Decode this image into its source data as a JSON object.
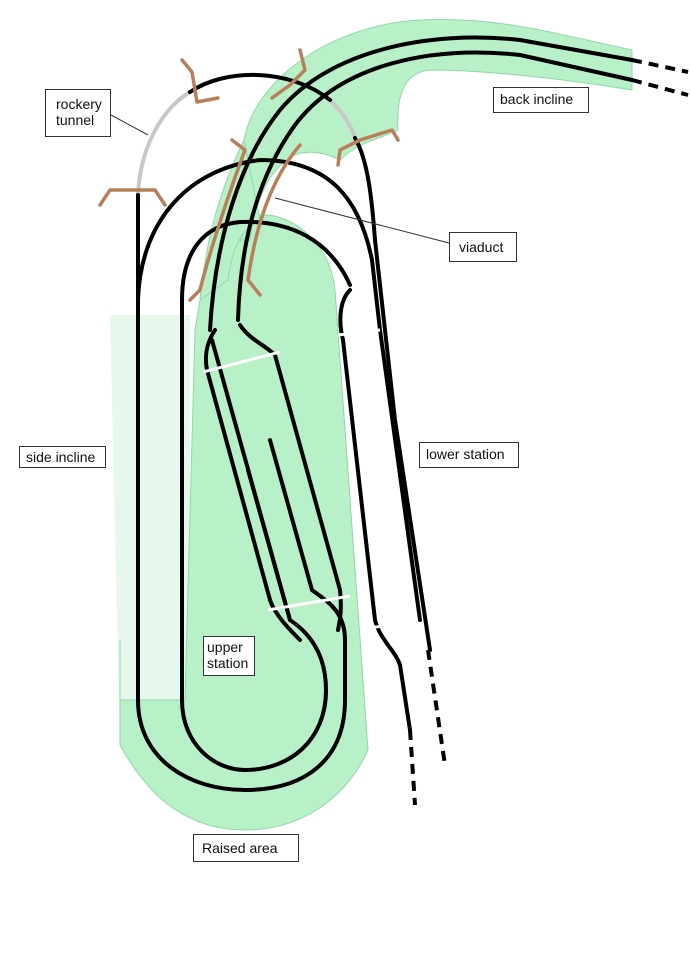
{
  "labels": {
    "rockery_tunnel": "rockery\ntunnel",
    "back_incline": "back incline",
    "viaduct": "viaduct",
    "side_incline": "side incline",
    "lower_station": "lower station",
    "upper_station": "upper\nstation",
    "raised_area": "Raised area"
  },
  "colors": {
    "raised_area_fill": "#b8f0c8",
    "raised_area_edge": "#8fd8a8",
    "side_incline_fill": "#e6f8ec",
    "track": "#000000",
    "tunnel_track": "#c8c8c8",
    "viaduct_supports": "#b87f5a",
    "leader_line": "#333333"
  }
}
